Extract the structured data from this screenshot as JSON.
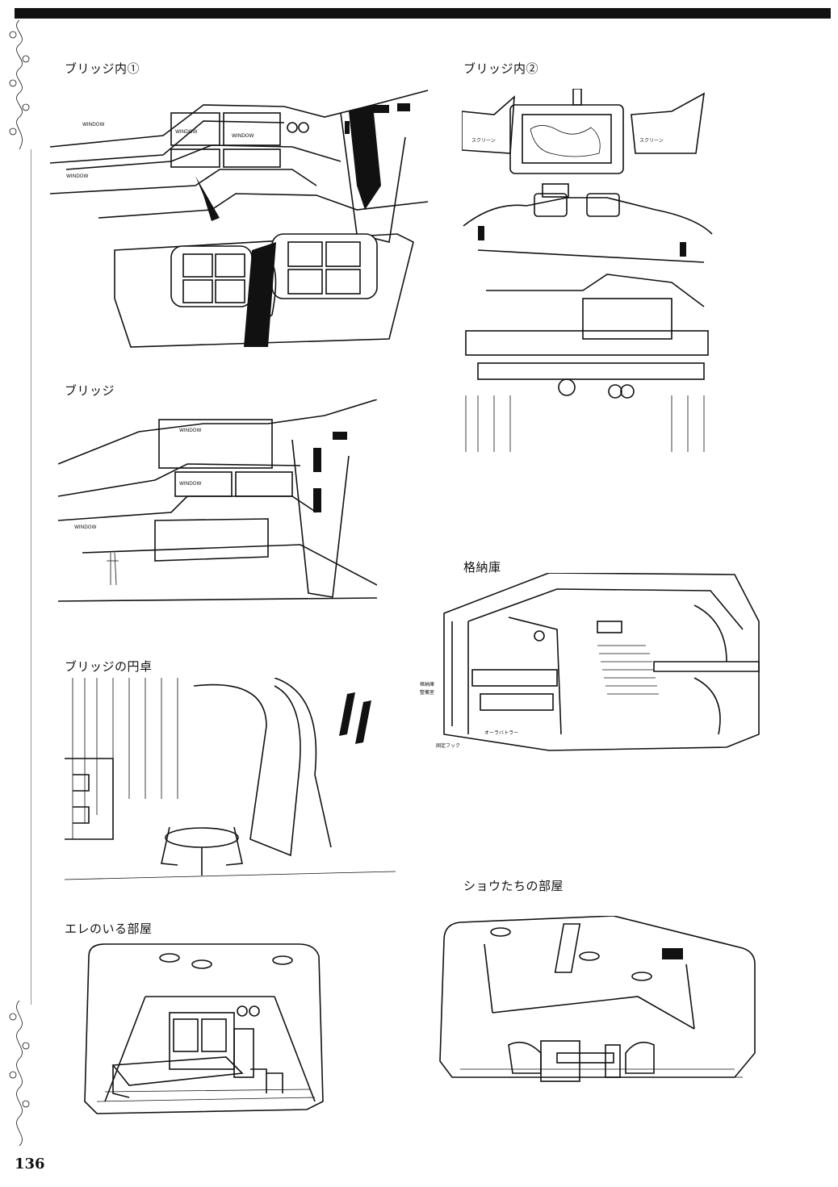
{
  "sections": [
    {
      "id": "bridge-interior-1",
      "title": "ブリッジ内①"
    },
    {
      "id": "bridge-interior-2",
      "title": "ブリッジ内②"
    },
    {
      "id": "bridge",
      "title": "ブリッジ"
    },
    {
      "id": "hangar",
      "title": "格納庫"
    },
    {
      "id": "bridge-round-table",
      "title": "ブリッジの円卓"
    },
    {
      "id": "sho-room",
      "title": "ショウたちの部屋"
    },
    {
      "id": "elle-room",
      "title": "エレのいる部屋"
    }
  ],
  "annotations": {
    "window": "WINDOW",
    "screen": "スクリーン",
    "hangar_labels": [
      "格納庫",
      "整備室",
      "オーラバトラー",
      "固定フック"
    ]
  },
  "page_number": "136"
}
